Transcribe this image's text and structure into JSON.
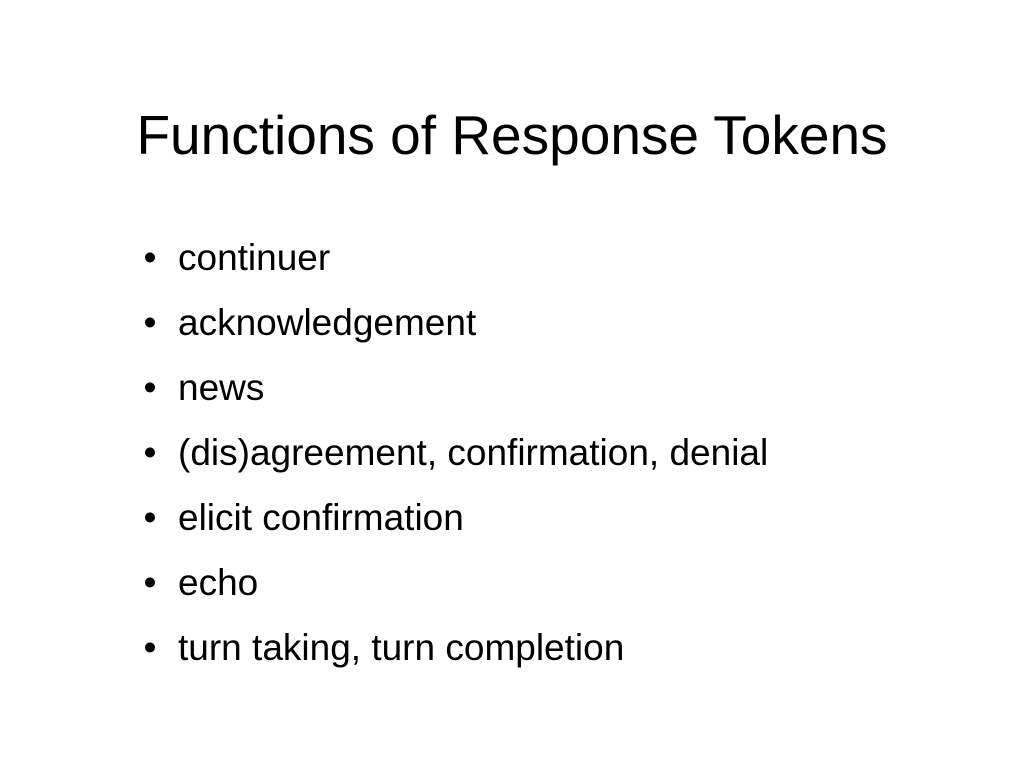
{
  "slide": {
    "title": "Functions of Response Tokens",
    "bullet_glyph": "•",
    "bullets": [
      "continuer",
      "acknowledgement",
      "news",
      "(dis)agreement, confirmation, denial",
      "elicit confirmation",
      "echo",
      "turn taking, turn completion"
    ]
  }
}
